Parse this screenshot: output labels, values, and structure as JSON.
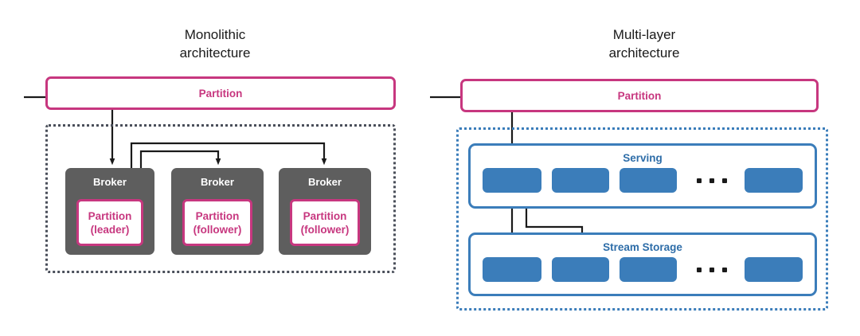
{
  "diagram": {
    "background": "#ffffff",
    "accent_pink": "#C7377F",
    "accent_blue": "#3B7DBA",
    "broker_gray": "#5e5e5e",
    "dotted_gray": "#4a4f5a"
  },
  "left": {
    "title": "Monolithic\narchitecture",
    "partition_label": "Partition",
    "brokers": [
      {
        "title": "Broker",
        "partition": "Partition\n(leader)"
      },
      {
        "title": "Broker",
        "partition": "Partition\n(follower)"
      },
      {
        "title": "Broker",
        "partition": "Partition\n(follower)"
      }
    ]
  },
  "right": {
    "title": "Multi-layer\narchitecture",
    "partition_label": "Partition",
    "layers": [
      {
        "label": "Serving",
        "cell_count": 4,
        "ellipsis": "..."
      },
      {
        "label": "Stream Storage",
        "cell_count": 4,
        "ellipsis": "..."
      }
    ]
  }
}
